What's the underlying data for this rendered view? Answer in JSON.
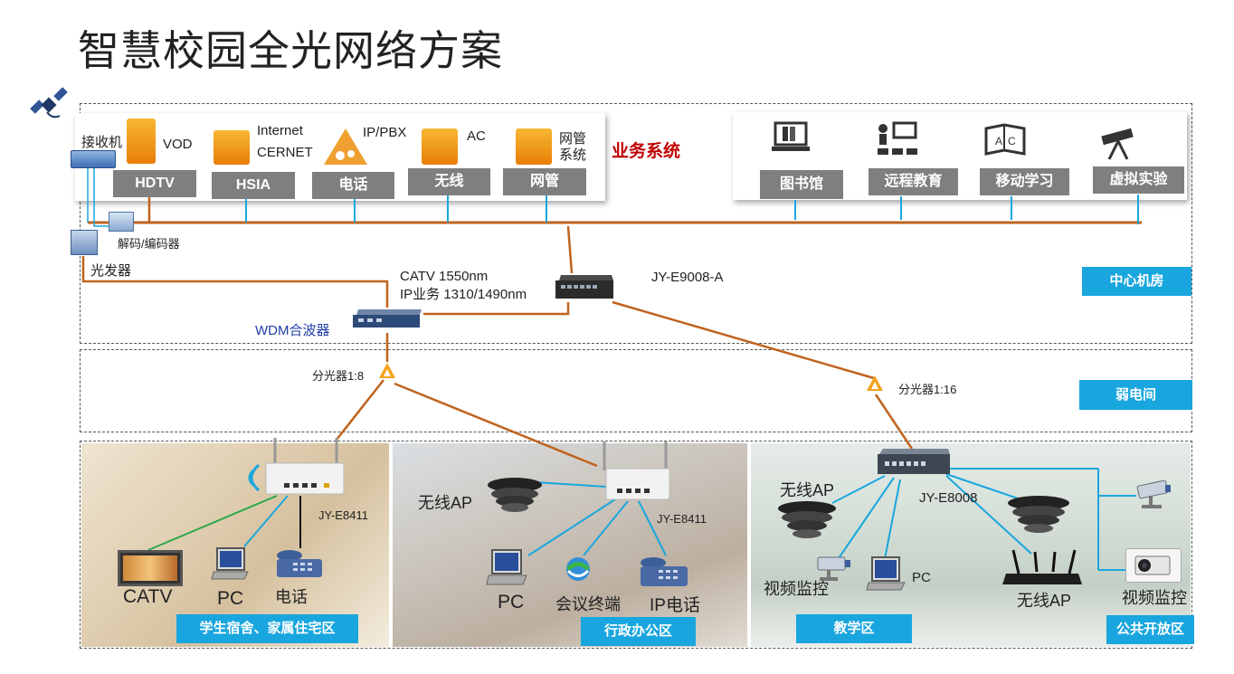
{
  "title": "智慧校园全光网络方案",
  "top_services": {
    "receiver_label": "接收机",
    "vod_label": "VOD",
    "internet_label": "Internet",
    "cernet_label": "CERNET",
    "ippbx_label": "IP/PBX",
    "ac_label": "AC",
    "nms_label_line1": "网管",
    "nms_label_line2": "系统",
    "services_title": "业务系统",
    "buttons": [
      "HDTV",
      "HSIA",
      "电话",
      "无线",
      "网管"
    ]
  },
  "apps": {
    "buttons": [
      "图书馆",
      "远程教育",
      "移动学习",
      "虚拟实验"
    ]
  },
  "center": {
    "decoder_label": "解码/编码器",
    "transmitter_label": "光发器",
    "catv_wavelength": "CATV   1550nm",
    "ip_wavelength": "IP业务 1310/1490nm",
    "olt_label": "JY-E9008-A",
    "wdm_label": "WDM合波器",
    "zone_label": "中心机房"
  },
  "weak": {
    "splitter1": "分光器1:8",
    "splitter2": "分光器1:16",
    "zone_label": "弱电间"
  },
  "areas": {
    "dorm": {
      "onu_label": "JY-E8411",
      "catv": "CATV",
      "pc": "PC",
      "phone": "电话",
      "zone_label": "学生宿舍、家属住宅区"
    },
    "office": {
      "ap_label": "无线AP",
      "onu_label": "JY-E8411",
      "pc": "PC",
      "conf": "会议终端",
      "ipphone": "IP电话",
      "zone_label": "行政办公区"
    },
    "teaching": {
      "ap_label": "无线AP",
      "switch_label": "JY-E8008",
      "cctv": "视频监控",
      "pc": "PC",
      "zone_label": "教学区"
    },
    "public": {
      "ap_label": "无线AP",
      "cctv": "视频监控",
      "zone_label": "公共开放区"
    }
  },
  "colors": {
    "trunk": "#c0631f",
    "link_blue": "#1aa7dc",
    "link_green": "#2aa84a",
    "zone_blue": "#19a6de",
    "button_gray": "#7f7f7f",
    "services_red": "#c00000"
  }
}
